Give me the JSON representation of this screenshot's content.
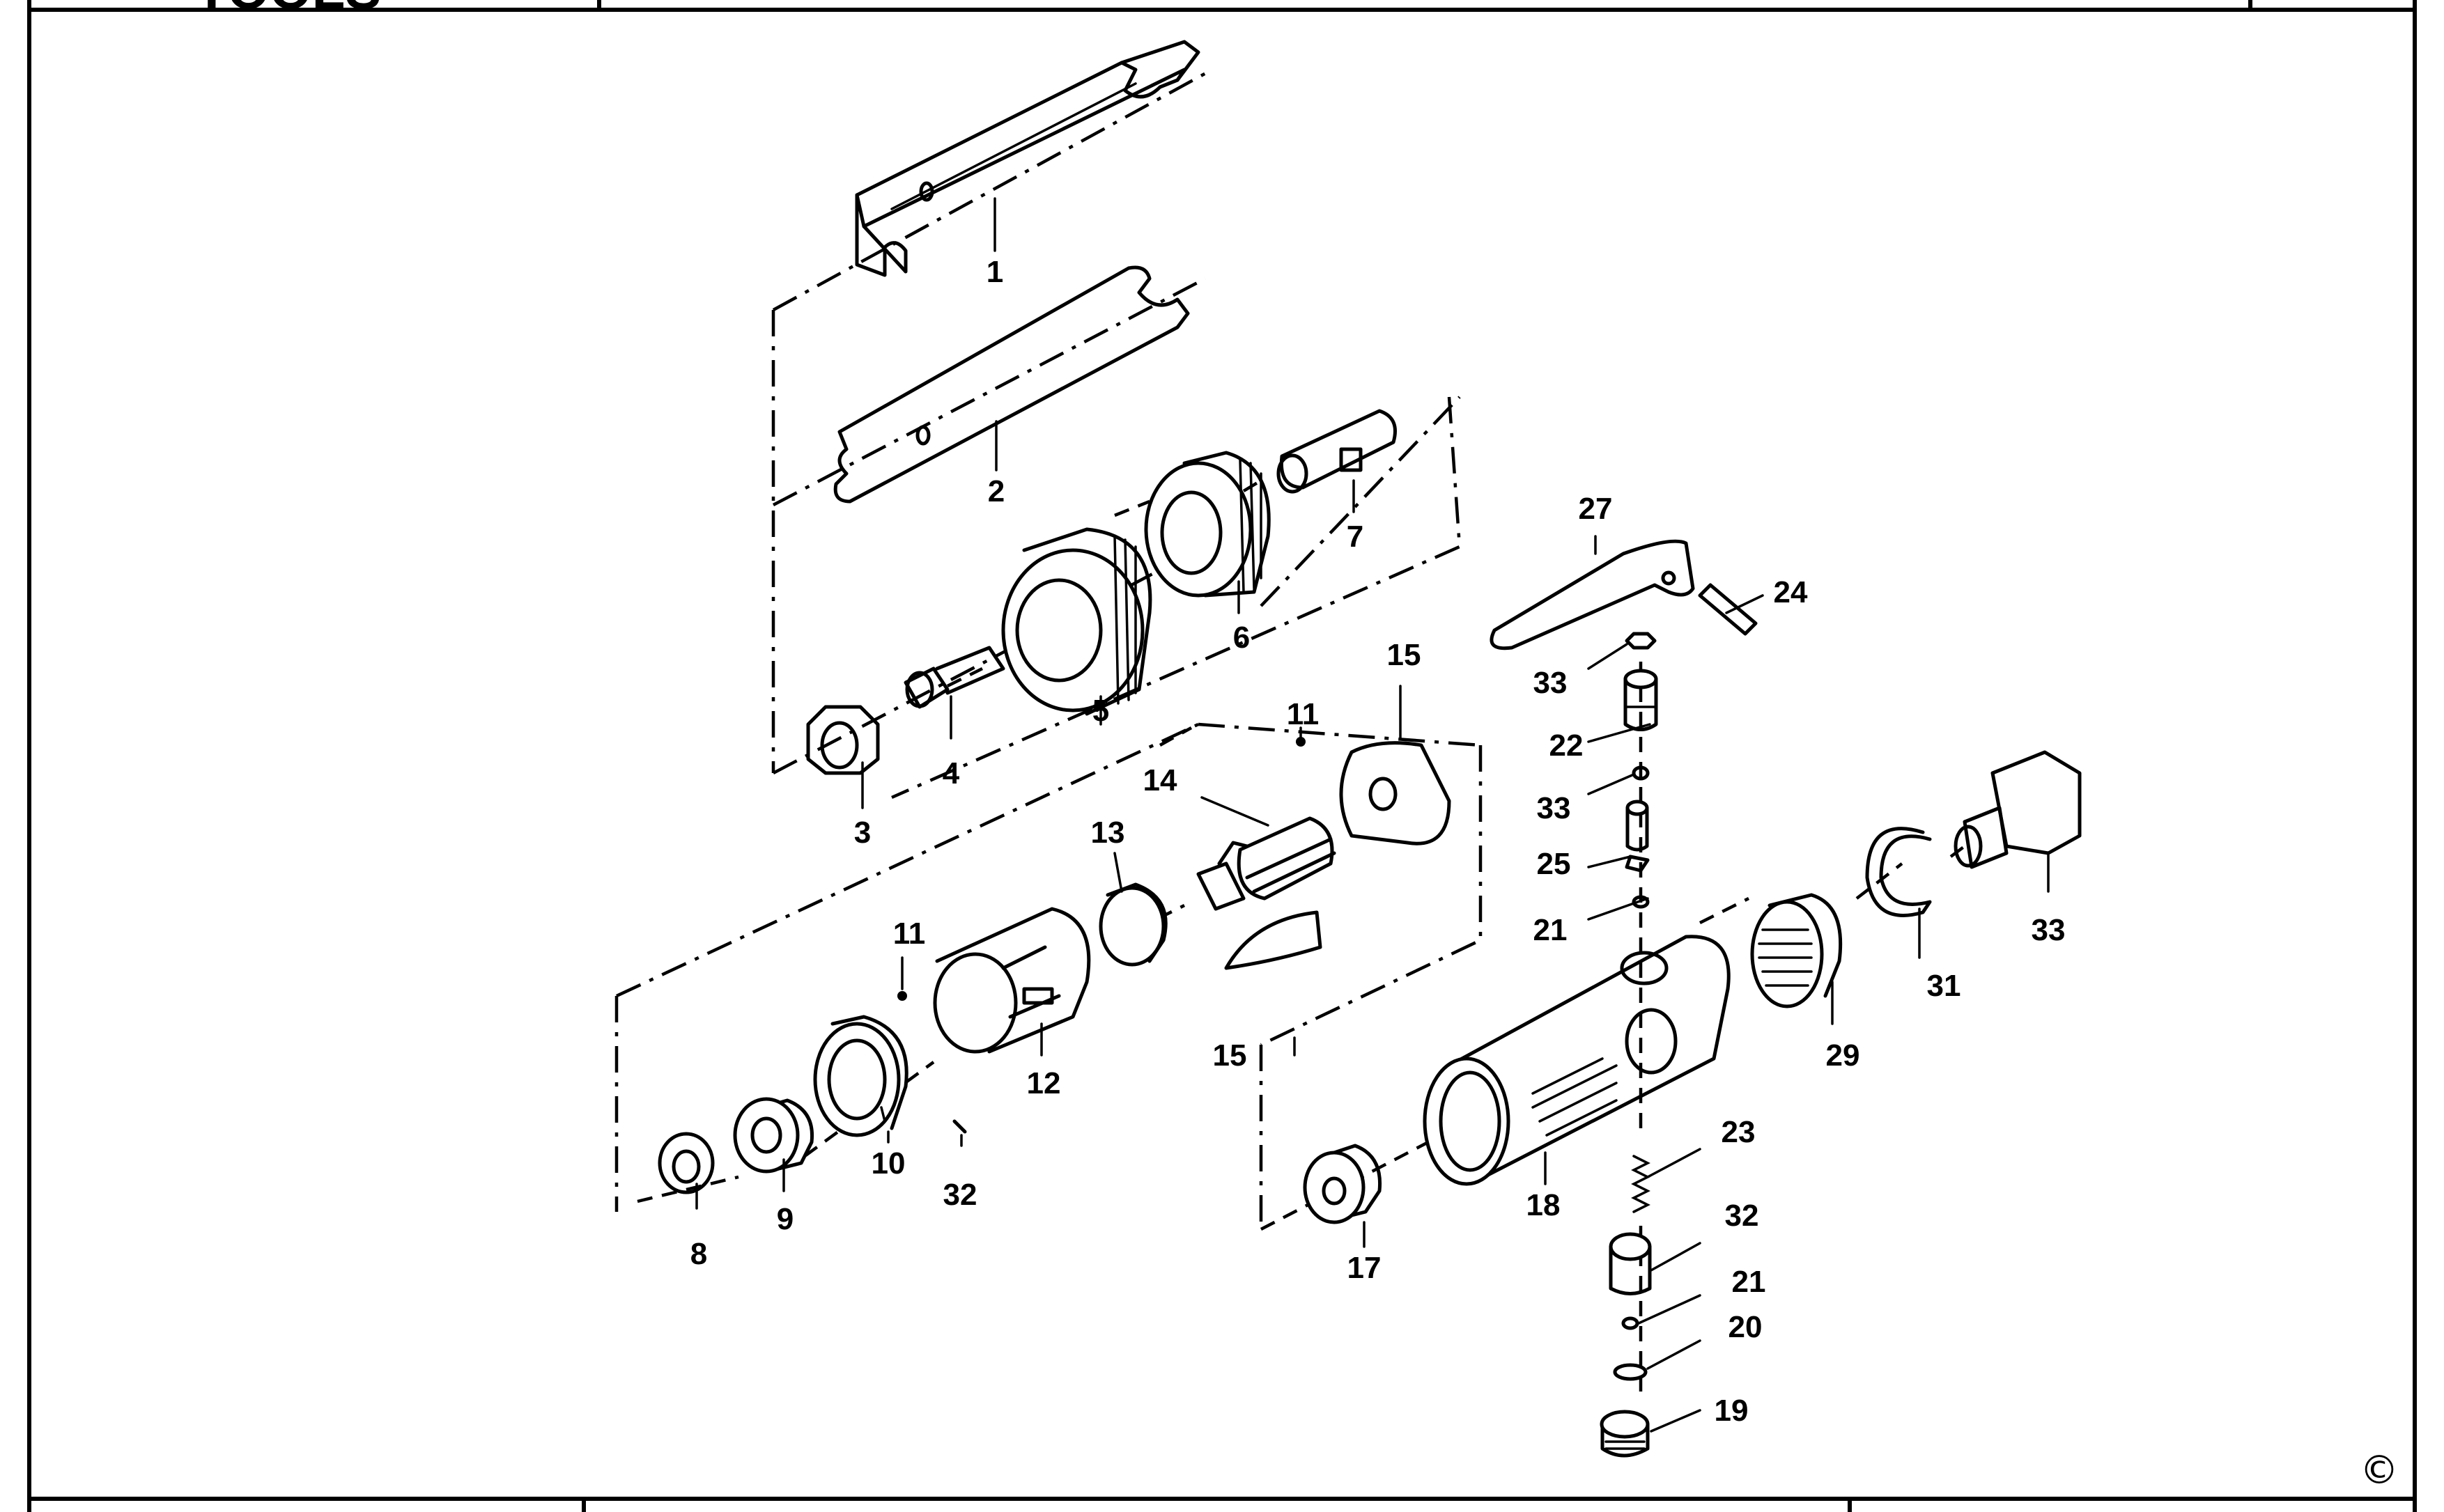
{
  "header": {
    "logo_text": "TOOLS"
  },
  "footer": {
    "center_text": ""
  },
  "copyright_symbol": "©",
  "labels": {
    "p1": "1",
    "p2": "2",
    "p3": "3",
    "p4": "4",
    "p5": "5",
    "p6": "6",
    "p7": "7",
    "p8": "8",
    "p9": "9",
    "p10": "10",
    "p11a": "11",
    "p11b": "11",
    "p12": "12",
    "p13": "13",
    "p14": "14",
    "p15a": "15",
    "p15b": "15",
    "p17": "17",
    "p18": "18",
    "p19": "19",
    "p20": "20",
    "p21a": "21",
    "p21b": "21",
    "p22": "22",
    "p23": "23",
    "p24": "24",
    "p25": "25",
    "p27": "27",
    "p29": "29",
    "p31": "31",
    "p32a": "32",
    "p32b": "32",
    "p33a": "33",
    "p33b": "33",
    "p33c": "33"
  }
}
